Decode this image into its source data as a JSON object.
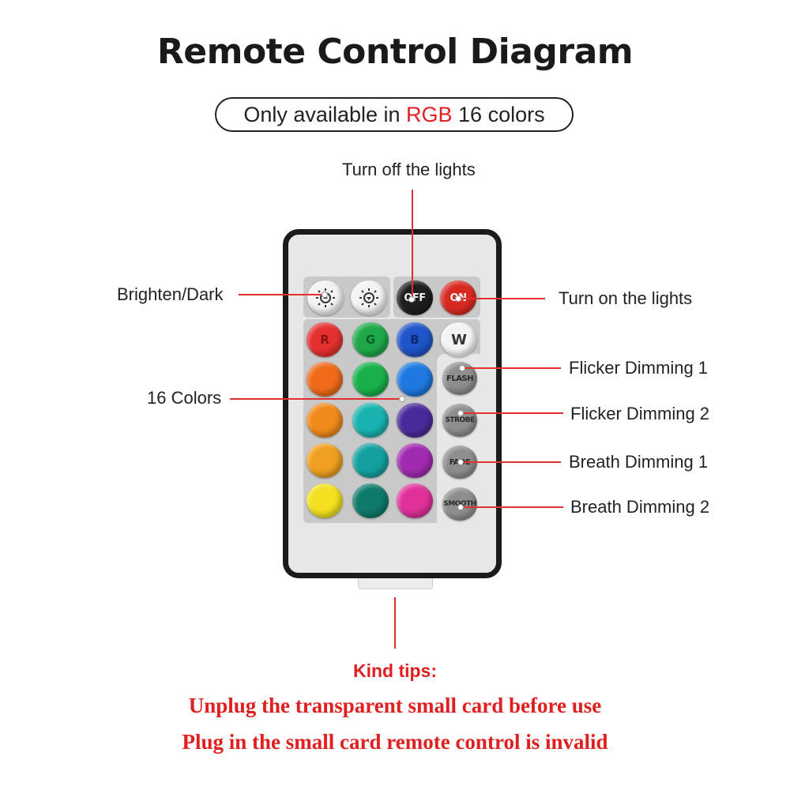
{
  "title": "Remote Control Diagram",
  "subtitle": {
    "prefix": "Only available in ",
    "highlight": "RGB",
    "suffix": " 16 colors"
  },
  "labels": {
    "turn_off": "Turn off the lights",
    "brighten": "Brighten/Dark",
    "turn_on": "Turn on the lights",
    "colors": "16 Colors",
    "flicker1": "Flicker Dimming 1",
    "flicker2": "Flicker Dimming 2",
    "breath1": "Breath Dimming 1",
    "breath2": "Breath Dimming 2"
  },
  "buttons": {
    "brighten_icon": "brightness-up-icon",
    "dark_icon": "brightness-down-icon",
    "off": "OFF",
    "on": "ON",
    "r": "R",
    "g": "G",
    "b": "B",
    "w": "W",
    "flash": "FLASH",
    "strobe": "STROBE",
    "fade": "FADE",
    "smooth": "SMOOTH"
  },
  "colors": {
    "accent_red": "#e02020",
    "row1": [
      "#e53030",
      "#1fa84a",
      "#1f55c8"
    ],
    "row2": [
      "#f06a1a",
      "#18b04a",
      "#1e78e0"
    ],
    "row3": [
      "#f08a1a",
      "#18b3b0",
      "#4a2a9a"
    ],
    "row4": [
      "#f0a020",
      "#14a0a0",
      "#a02ab0"
    ],
    "row5": [
      "#f4e020",
      "#0e7a6a",
      "#e0309a"
    ]
  },
  "tips": {
    "title": "Kind tips:",
    "line1": "Unplug the transparent small card before use",
    "line2": "Plug in the small card remote control is invalid"
  }
}
